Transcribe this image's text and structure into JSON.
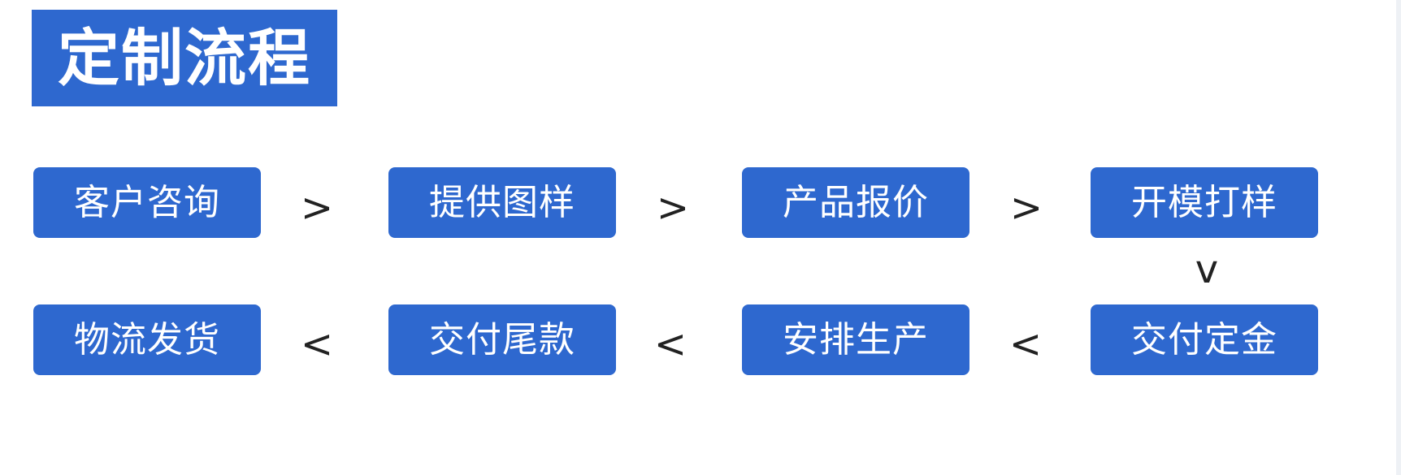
{
  "title": "定制流程",
  "colors": {
    "accent": "#2e68cf",
    "step_text": "#ffffff",
    "arrow": "#222222"
  },
  "row1": [
    {
      "label": "客户咨询"
    },
    {
      "label": "提供图样"
    },
    {
      "label": "产品报价"
    },
    {
      "label": "开模打样"
    }
  ],
  "row2": [
    {
      "label": "物流发货"
    },
    {
      "label": "交付尾款"
    },
    {
      "label": "安排生产"
    },
    {
      "label": "交付定金"
    }
  ],
  "arrows": {
    "right": ">",
    "left": "<",
    "down": "v"
  }
}
